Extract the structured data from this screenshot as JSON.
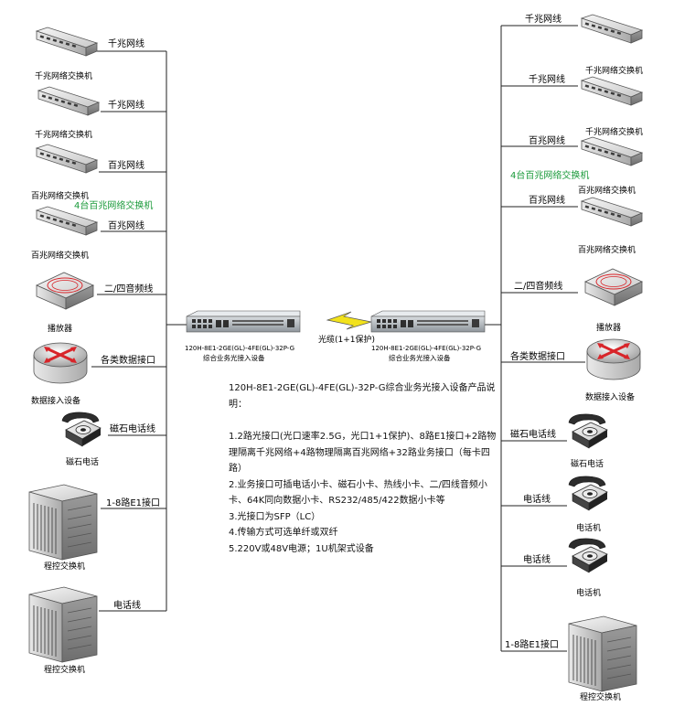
{
  "labels": {
    "gigabit_line": "千兆网线",
    "fast_line": "百兆网线",
    "gigabit_switch": "千兆网络交换机",
    "fast_switch": "百兆网络交换机",
    "four_fast_switches": "4台百兆网络交换机",
    "audio_line": "二/四音频线",
    "player": "播放器",
    "data_if": "各类数据接口",
    "data_device": "数据接入设备",
    "magneto_line": "磁石电话线",
    "magneto_phone": "磁石电话",
    "e1_if": "1-8路E1接口",
    "pbx": "程控交换机",
    "phone_line": "电话线",
    "phone": "电话机",
    "fiber": "光缆(1+1保护)",
    "device_model": "120H-8E1-2GE(GL)-4FE(GL)-32P-G",
    "device_name": "综合业务光接入设备"
  },
  "description": {
    "title": "120H-8E1-2GE(GL)-4FE(GL)-32P-G综合业务光接入设备产品说明：",
    "items": [
      "1.2路光接口(光口速率2.5G，光口1+1保护)、8路E1接口+2路物理隔离千兆网络+4路物理隔离百兆网络+32路业务接口（每卡四路）",
      "2.业务接口可插电话小卡、磁石小卡、热线小卡、二/四线音频小卡、64K同向数据小卡、RS232/485/422数据小卡等",
      "3.光接口为SFP（LC）",
      "4.传输方式可选单纤或双纤",
      "5.220V或48V电源；1U机架式设备"
    ]
  },
  "colors": {
    "line": "#222222",
    "accent_green": "#1a9a3a",
    "bolt": "#f2e21c",
    "alarm_red": "#d8252a"
  }
}
